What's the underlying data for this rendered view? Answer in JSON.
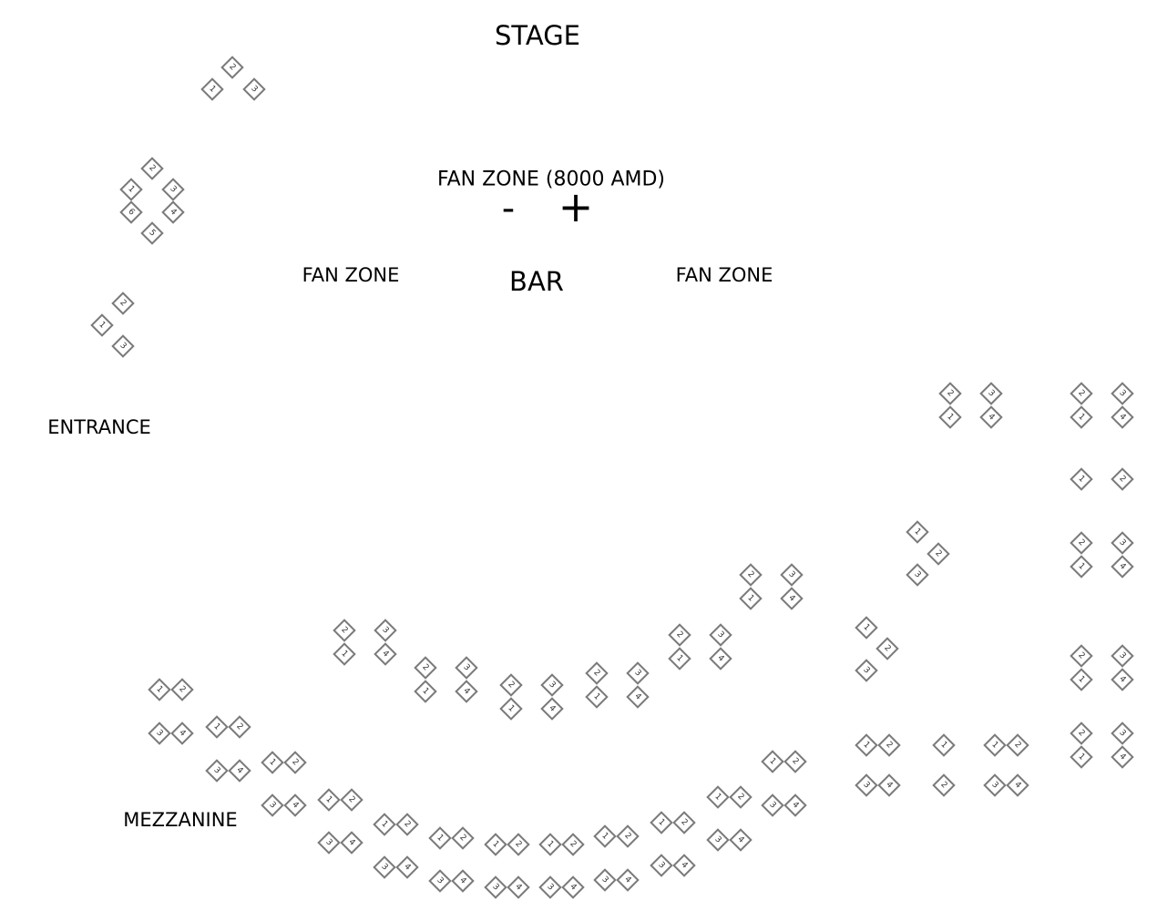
{
  "labels": {
    "stage": "STAGE",
    "fan_zone_price": "FAN ZONE (8000 AMD)",
    "zoom_out": "-",
    "zoom_in": "+",
    "fan_zone_left": "FAN ZONE",
    "bar": "BAR",
    "fan_zone_right": "FAN ZONE",
    "entrance": "ENTRANCE",
    "mezzanine": "MEZZANINE"
  },
  "seat_groups": [
    {
      "seats": [
        "1",
        "2",
        "3"
      ]
    },
    {
      "seats": [
        "2",
        "1",
        "3",
        "6",
        "4",
        "5"
      ]
    },
    {
      "seats": [
        "2",
        "1",
        "3"
      ]
    },
    {
      "seats": [
        "2",
        "3",
        "1",
        "4"
      ]
    },
    {
      "seats": [
        "2",
        "3",
        "1",
        "4"
      ]
    },
    {
      "seats": [
        "1",
        "2"
      ]
    },
    {
      "seats": [
        "2",
        "3",
        "1",
        "4"
      ]
    },
    {
      "seats": [
        "2",
        "3",
        "1",
        "4"
      ]
    },
    {
      "seats": [
        "2",
        "3",
        "1",
        "4"
      ]
    },
    {
      "seats": [
        "1",
        "2",
        "3"
      ]
    },
    {
      "seats": [
        "1",
        "2",
        "3"
      ]
    },
    {
      "seats": [
        "2",
        "3",
        "1",
        "4"
      ]
    },
    {
      "seats": [
        "2",
        "3",
        "1",
        "4"
      ]
    },
    {
      "seats": [
        "2",
        "3",
        "1",
        "4"
      ]
    },
    {
      "seats": [
        "2",
        "3",
        "1",
        "4"
      ]
    },
    {
      "seats": [
        "2",
        "3",
        "1",
        "4"
      ]
    },
    {
      "seats": [
        "2",
        "3",
        "1",
        "4"
      ]
    },
    {
      "seats": [
        "1",
        "2",
        "3",
        "4"
      ]
    },
    {
      "seats": [
        "1",
        "2"
      ]
    },
    {
      "seats": [
        "1",
        "2",
        "3",
        "4"
      ]
    },
    {
      "seats": [
        "1",
        "2",
        "3",
        "4"
      ]
    },
    {
      "seats": [
        "1",
        "2",
        "3",
        "4"
      ]
    },
    {
      "seats": [
        "1",
        "2",
        "3",
        "4"
      ]
    },
    {
      "seats": [
        "1",
        "2",
        "3",
        "4"
      ]
    },
    {
      "seats": [
        "1",
        "2",
        "3",
        "4"
      ]
    },
    {
      "seats": [
        "1",
        "2",
        "3",
        "4"
      ]
    },
    {
      "seats": [
        "1",
        "2",
        "3",
        "4"
      ]
    },
    {
      "seats": [
        "1",
        "2",
        "3",
        "4"
      ]
    },
    {
      "seats": [
        "1",
        "2",
        "3",
        "4"
      ]
    },
    {
      "seats": [
        "1",
        "2",
        "3",
        "4"
      ]
    },
    {
      "seats": [
        "1",
        "2",
        "3",
        "4"
      ]
    },
    {
      "seats": [
        "1",
        "2",
        "3",
        "4"
      ]
    }
  ]
}
